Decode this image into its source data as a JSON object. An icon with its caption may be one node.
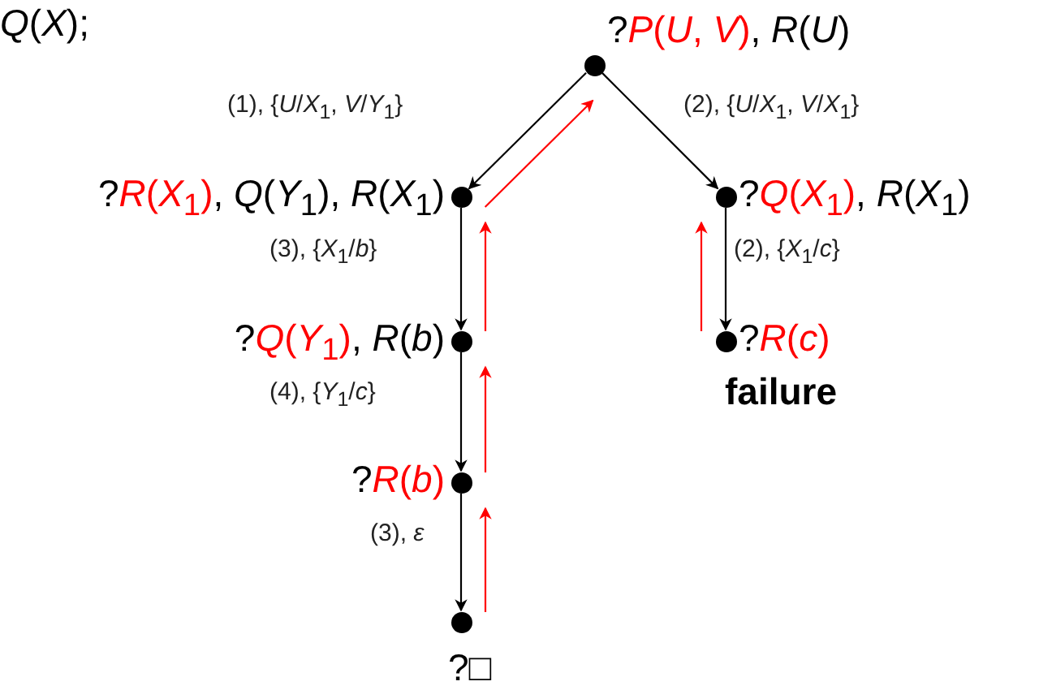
{
  "diagram": {
    "nodes": [
      {
        "text": [],
        "shape": "circle",
        "beside": [
          "?",
          "*P*(*U*, *V*)",
          ", *R*(*U*)"
        ]
      },
      {
        "text": [],
        "shape": "circle",
        "beside": [
          "?",
          "*R*(*X*$_{1}$)",
          ", *Q*(*Y*$_{1}$), *R*(*X*$_{1}$)"
        ]
      },
      {
        "text": [],
        "shape": "circle",
        "beside": [
          "?",
          "*Q*(*X*$_{1}$)",
          ", *R*(*X*$_{1}$)"
        ]
      },
      {
        "text": [],
        "shape": "circle",
        "beside": [
          "?",
          "*Q*(*Y*$_{1}$)",
          ", *R*(*b*)"
        ]
      },
      {
        "text": [],
        "shape": "circle",
        "beside": [
          "?",
          "*R*(*c*)",
          "failure"
        ]
      },
      {
        "text": [],
        "shape": "circle",
        "beside": [
          "?",
          "*R*(*b*)"
        ]
      },
      {
        "text": [],
        "shape": "circle",
        "beside": [
          "?□"
        ]
      }
    ],
    "edges": [
      {
        "from": 0,
        "to": 1,
        "arrow": "to",
        "label": "(1), {*U*/*X*$_{1}$, *V*/*Y*$_{1}$}"
      },
      {
        "from": 0,
        "to": 2,
        "arrow": "to",
        "label": "(2), {*U*/*X*$_{1}$, *V*/*X*$_{1}$}"
      },
      {
        "from": 1,
        "to": 3,
        "arrow": "to",
        "label": "(3), {*X*$_{1}$/*b*}"
      },
      {
        "from": 2,
        "to": 4,
        "arrow": "to",
        "label": "(2), {*X*$_{1}$/*c*}"
      },
      {
        "from": 3,
        "to": 5,
        "arrow": "to",
        "label": "(4), {*Y*$_{1}$/*c*}"
      },
      {
        "from": 5,
        "to": 6,
        "arrow": "to",
        "label": "(3), *ε*"
      },
      {
        "from": 6,
        "to": 5,
        "arrow": "to",
        "color": "#ff0000"
      },
      {
        "from": 5,
        "to": 3,
        "arrow": "to",
        "color": "#ff0000"
      },
      {
        "from": 3,
        "to": 1,
        "arrow": "to",
        "color": "#ff0000"
      },
      {
        "from": 1,
        "to": 0,
        "arrow": "to",
        "color": "#ff0000"
      },
      {
        "from": 4,
        "to": 2,
        "arrow": "to",
        "color": "#ff0000"
      }
    ],
    "labels": [
      "*Q*(*X*);"
    ]
  }
}
